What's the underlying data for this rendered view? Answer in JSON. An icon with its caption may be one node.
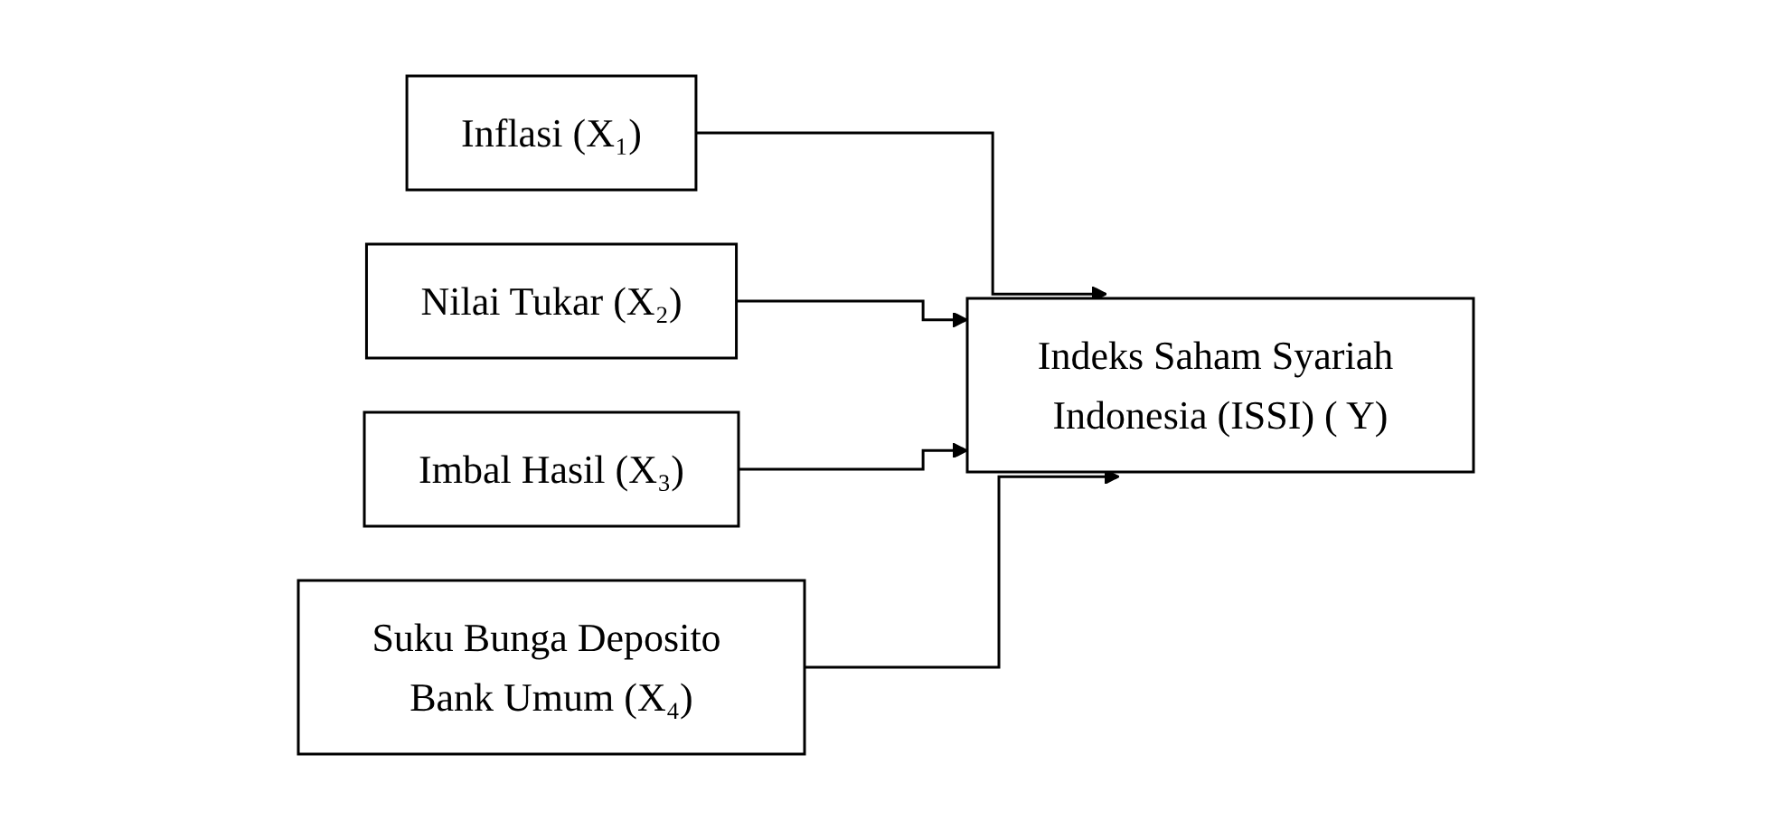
{
  "diagram": {
    "nodes": [
      {
        "text": [
          "Inflasi (X₁)"
        ]
      },
      {
        "text": [
          "Nilai Tukar (X₂)"
        ]
      },
      {
        "text": [
          "Imbal Hasil (X₃)"
        ]
      },
      {
        "text": [
          "Suku Bunga Deposito Bank Umum (X₄)"
        ]
      },
      {
        "text": [
          "Indeks Saham Syariah Indonesia (ISSI) ( Y)"
        ]
      }
    ],
    "edges": [
      {
        "from": 0,
        "to": 4,
        "arrow": "to"
      },
      {
        "from": 1,
        "to": 4,
        "arrow": "to"
      },
      {
        "from": 2,
        "to": 4,
        "arrow": "to"
      },
      {
        "from": 3,
        "to": 4,
        "arrow": "to"
      }
    ]
  }
}
